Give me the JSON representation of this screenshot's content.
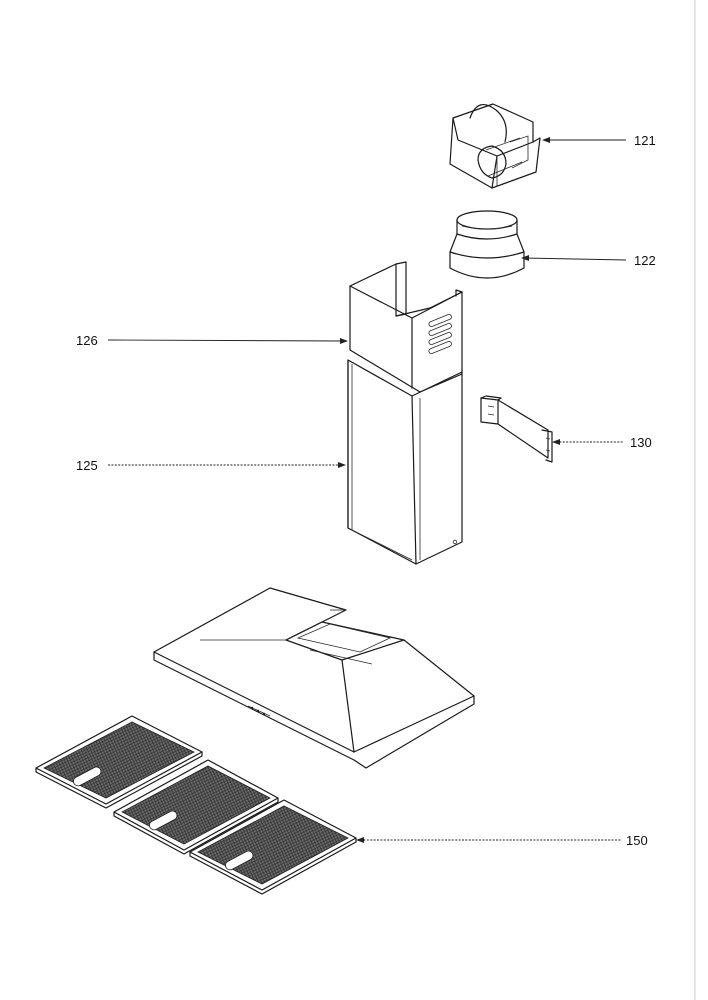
{
  "parts": [
    {
      "id": "bracket-121",
      "label": "121"
    },
    {
      "id": "duct-adapter-122",
      "label": "122"
    },
    {
      "id": "upper-chimney-126",
      "label": "126"
    },
    {
      "id": "lower-chimney-125",
      "label": "125"
    },
    {
      "id": "chimney-bracket-130",
      "label": "130"
    },
    {
      "id": "grease-filters-150",
      "label": "150"
    }
  ],
  "colors": {
    "line": "#1a1a1a",
    "mesh": "#555555",
    "background": "#ffffff"
  }
}
